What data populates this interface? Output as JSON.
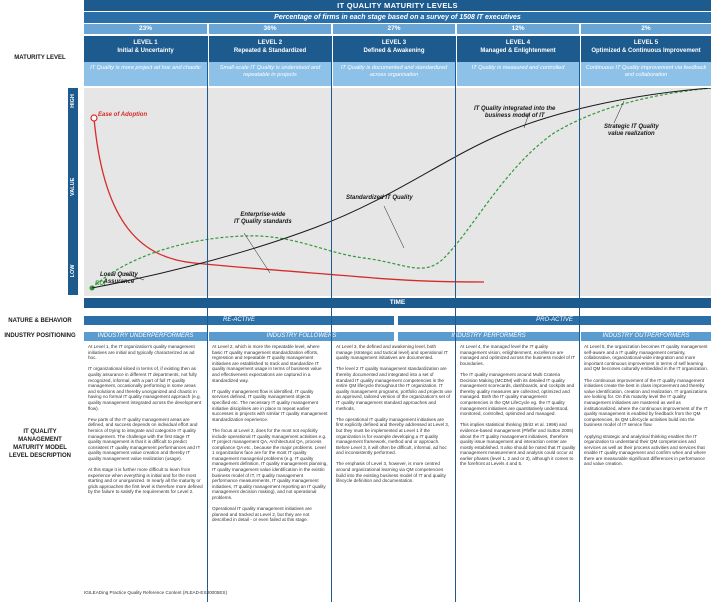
{
  "header": {
    "title": "IT QUALITY MATURITY LEVELS",
    "subtitle": "Percentage of firms in each stage based on a survey of 1508 IT executives"
  },
  "percentages": [
    "23%",
    "36%",
    "27%",
    "12%",
    "2%"
  ],
  "levels": [
    {
      "name": "LEVEL 1\nInitial & Uncertainty",
      "desc": "IT Quality is more project ad hoc and chaotic"
    },
    {
      "name": "LEVEL 2\nRepeated & Standardized",
      "desc": "Small-scale IT Quality is understood and repeatable in projects"
    },
    {
      "name": "LEVEL 3\nDefined & Awakening",
      "desc": "IT Quality is documented and standardized across organisation"
    },
    {
      "name": "LEVEL 4\nManaged & Enlightenment",
      "desc": "IT Quality is measured and controlled"
    },
    {
      "name": "LEVEL 5\nOptimized & Continuous Improvement",
      "desc": "Continuous IT Quality improvement via feedback and collaboration"
    }
  ],
  "side_labels": {
    "maturity_level": "MATURITY LEVEL",
    "nature_behavior": "NATURE & BEHAVIOR",
    "industry_positioning": "INDUSTRY POSITIONING",
    "description": "IT QUALITY\nMANAGEMENT\nMATURITY MODEL\nLEVEL DESCRIPTION"
  },
  "chart": {
    "y_high": "HIGH",
    "y_mid": "VALUE",
    "y_low": "LOW",
    "x_label": "TIME",
    "ease_label": "Ease of Adoption",
    "roi_label": "ROI",
    "annotations": {
      "local": "Local Quality\nAssurance",
      "enterprise": "Enterprise-wide\nIT Quality standards",
      "standardized": "Standardized IT Quality",
      "integrated": "IT Quality integrated into the\nbusiness model of IT",
      "strategic": "Strategic IT Quality\nvalue realization"
    },
    "colors": {
      "ease": "#d62b2b",
      "roi": "#2e9a3a",
      "accent": "#1d5a8e"
    }
  },
  "nature": [
    "RE-ACTIVE",
    "PRO-ACTIVE"
  ],
  "positioning": [
    "INDUSTRY UNDERPERFORMERS",
    "INDUSTRY FOLLOWERS",
    "INDUSTRY PERFORMERS",
    "INDUSTRY OUTPERFORMERS"
  ],
  "descriptions": [
    "At Level 1, the IT organization's quality management initiatives are initial and typically characterized as ad hoc.\n\nIT organizational siloed in terms of, if existing then as quality assurance in different IT departments, not fully recognized, informal, with a part of full IT quality management, occasionally performing in some areas and solutions and thereby unorganized and chaotic in having no formal IT quality management approach (e.g. quality management integrated across the development flow).\n\nFew parts of the IT quality management areas are defined, and success depends on individual effort and heroics of trying to integrate and categorize IT quality management. The challenge with the first stage IT quality management is that it is difficult to predict consistent IT quality management performances and IT quality management value creation and thereby IT quality management value realization (usage).\n\nAt this stage it is further more difficult to learn from experience when everything is initial and for the most starting and or unorganized. In nearly all the maturity or grids approaches the first level is therefore more defined by the failure to satisfy the requirements for Level 2.",
    "At Level 2, which is more the repeatable level, where basic IT quality management standardization efforts, regression and repeatable IT quality management initiatives are established to track and standardize IT quality management usage in terms of business value and effectiveness expectations are captured in a standardized way.\n\nIT quality management flow is identified, IT quality services defined, IT quality management objects specified etc. The necessary IT quality management initiative disciplines are in place to repeat earlier successes in projects with similar IT quality management standardization experience.\n\nThe focus at Level 2, does for the most not explicitly include operational IT quality management activities e.g. IT project management QA, Architectural QA, process compliance QA etc., because the major problems. Level 1 organizations face are for the most IT quality management managerial problems (e.g. IT quality management definition, IT quality management planning, IT quality management value identification in the existin business model of IT, IT quality management performance measurements, IT quality management initiatives, IT quality management reporting an IT quality management decision making), and not operational problems.\n\nOperational IT quality management initiatives are planned and tracked at Level 2, but they are not described in detail - or even failed at this stage.",
    "At Level 3, the defined and awakening level, both manage (strategic and tactical level) and operational IT quality management initiatives are documented.\n\nThe level 2 IT quality management standardization are thereby documented and integrated into a set of standard IT quality management competencies in the entire QM lifecycle throughout the IT organization. IT quality management programs, portfolio and projects use an approved, tailored version of the organization's set of IT quality management standard approaches and methods.\n\nThe operational IT quality management initiatives are first explicitly defined and thereby addressed at Level 3, but they must be implemented at Level 1 if the organization is for example developing a IT quality management framework, method and or approach. Before Level 3, it will often be difficult, informal, ad hoc and inconsistently performed.\n\nThe emphasis of Level 3, however, is more centred around organizational learning via QM competencies build into the existing business model of IT and quality lifecycle definition and documentation.",
    "At Level 4, the managed level the IT quality management vision, enlightenment, excellence are managed and optimized across the business model of IT boundaries.\n\nThe IT quality management around Multi Crateria Decision Making (MCDM) with its detailed IT quality management scorecards, dashboards, and cockpits and thereby quality measures are collected, optimized and managed. Both the IT quality management competencies in the QM LifeCycle eg. the IT quality management initiatives are quantitatively understood, monitored, controlled, optimized and managed.\n\nThis implies statistical thinking (Britz et al. 1996) and evidence-based management (Pfeffer and Sutton 2006) about the IT quality management initiatives, therefore quality issue management and interaction center are mostly established. It also should be noted that IT quality management measurement and analysis could occur at earlier phases (level 1, 2 and or 3), although it comes to the forefront at Levels 4 and 5.",
    "At Level 5, the organization becomes IT quality management self-aware and a IT quality management certainty, collaborative, organizational-wide integration and more important continuous improvement in terms of self learning and QM becomes culturally embedded in the IT organization.\n\nThe continuous improvement of the IT quality management initiatives create the best in class improvement and thereby value identification, creation and realization. IT organizations are looking for. On this maturity level the IT quality management initiatives are mastered as well as institutionalized, where the continuous improvement of the IT quality management is enabled by feedback from the QM competencies, its QM LifeCycle activities build into the business model of IT service flow.\n\nApplying strategic and analytical thinking enables the IT organization to understand their QM competencies and services as well as their process activities and services that enable IT quality management and confirm when and where there are measurable significant differences in performance and value creation."
  ],
  "footer": "IGILEADing Practice Quality Reference Content (#LEAD-ES30005ES)"
}
